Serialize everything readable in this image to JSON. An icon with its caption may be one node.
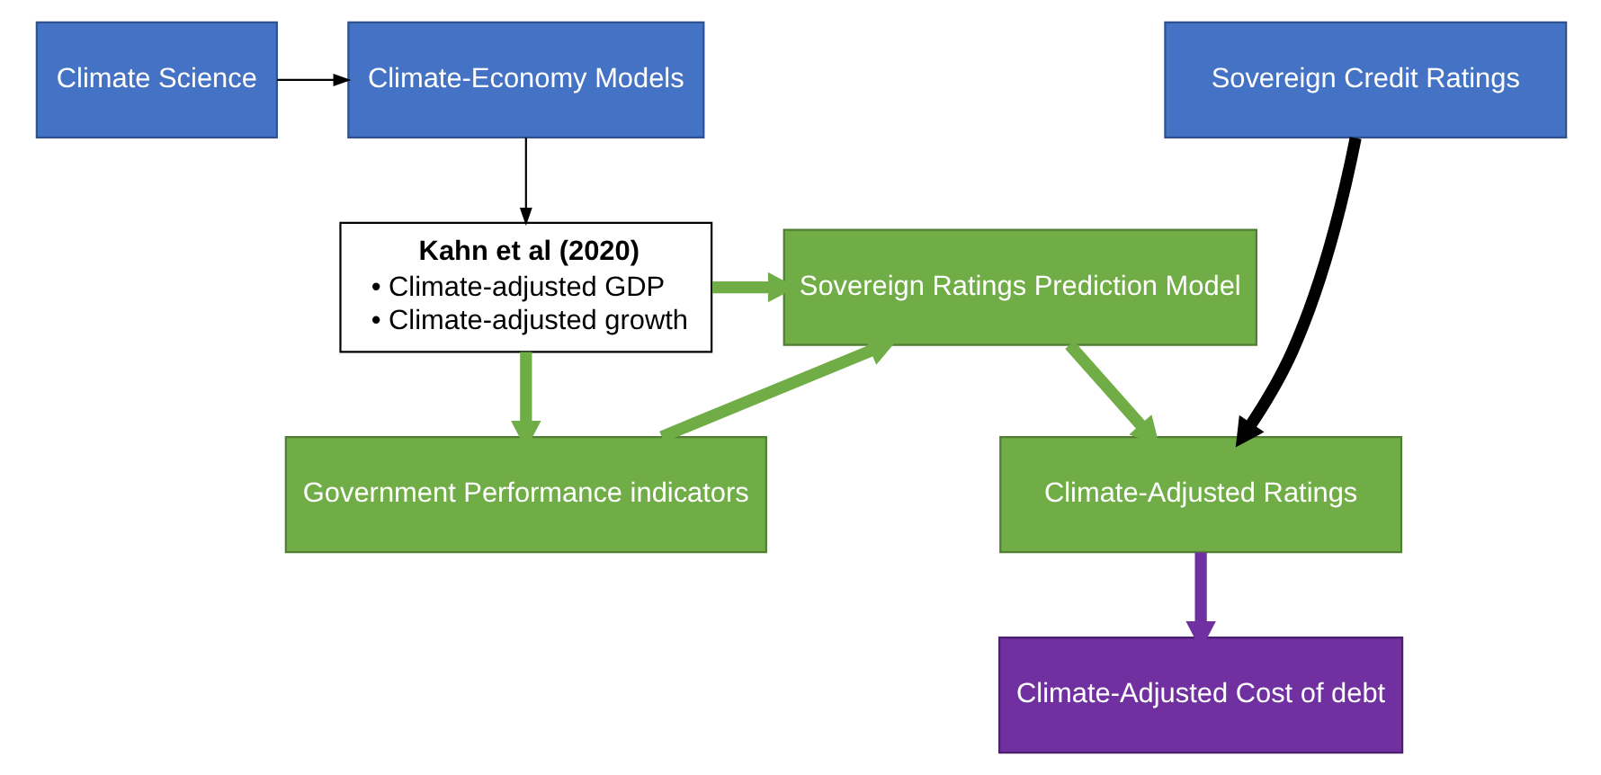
{
  "diagram": {
    "nodes": [
      {
        "text": [
          "Climate Science"
        ]
      },
      {
        "text": [
          "Climate-Economy Models"
        ]
      },
      {
        "text": [
          "Kahn et al (2020)",
          "• Climate-adjusted GDP",
          "• Climate-adjusted growth"
        ]
      },
      {
        "text": [
          "Sovereign Ratings Prediction Model"
        ]
      },
      {
        "text": [
          "Government Performance indicators"
        ]
      },
      {
        "text": [
          "Sovereign Credit Ratings"
        ]
      },
      {
        "text": [
          "Climate-Adjusted Ratings"
        ]
      },
      {
        "text": [
          "Climate-Adjusted Cost of debt"
        ]
      }
    ],
    "edges": [
      {
        "from": 0,
        "to": 1,
        "arrow": "to",
        "color": "#000000"
      },
      {
        "from": 1,
        "to": 2,
        "arrow": "to",
        "color": "#000000"
      },
      {
        "from": 2,
        "to": 3,
        "arrow": "to"
      },
      {
        "from": 2,
        "to": 4,
        "arrow": "to"
      },
      {
        "from": 4,
        "to": 3,
        "arrow": "to"
      },
      {
        "from": 3,
        "to": 6,
        "arrow": "to"
      },
      {
        "from": 5,
        "to": 6,
        "arrow": "to",
        "color": "#000000"
      },
      {
        "from": 6,
        "to": 7,
        "arrow": "to",
        "color": "#7030a0"
      }
    ]
  }
}
